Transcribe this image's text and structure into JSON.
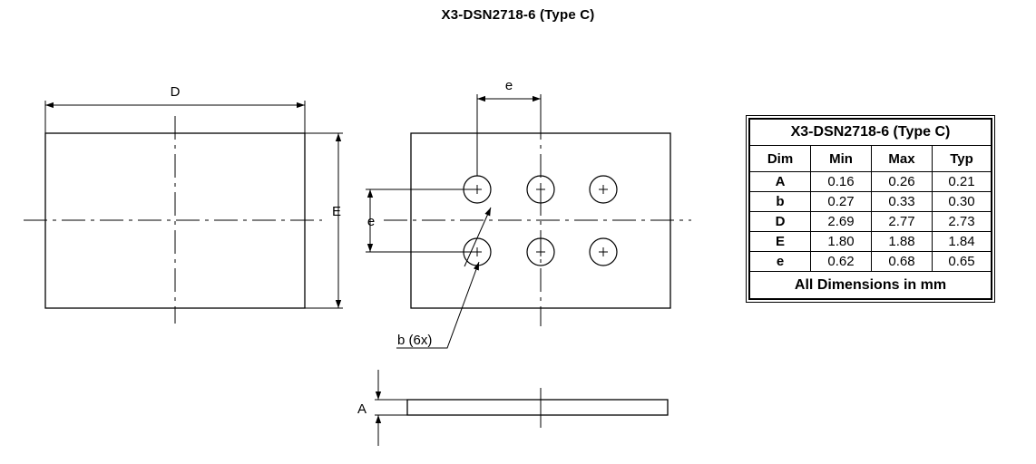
{
  "title": "X3-DSN2718-6 (Type C)",
  "labels": {
    "D": "D",
    "E": "E",
    "e_top": "e",
    "e_side": "e",
    "b": "b (6x)",
    "A": "A"
  },
  "table": {
    "caption": "X3-DSN2718-6 (Type C)",
    "headers": [
      "Dim",
      "Min",
      "Max",
      "Typ"
    ],
    "rows": [
      [
        "A",
        "0.16",
        "0.26",
        "0.21"
      ],
      [
        "b",
        "0.27",
        "0.33",
        "0.30"
      ],
      [
        "D",
        "2.69",
        "2.77",
        "2.73"
      ],
      [
        "E",
        "1.80",
        "1.88",
        "1.84"
      ],
      [
        "e",
        "0.62",
        "0.68",
        "0.65"
      ]
    ],
    "footer": "All Dimensions in mm"
  }
}
